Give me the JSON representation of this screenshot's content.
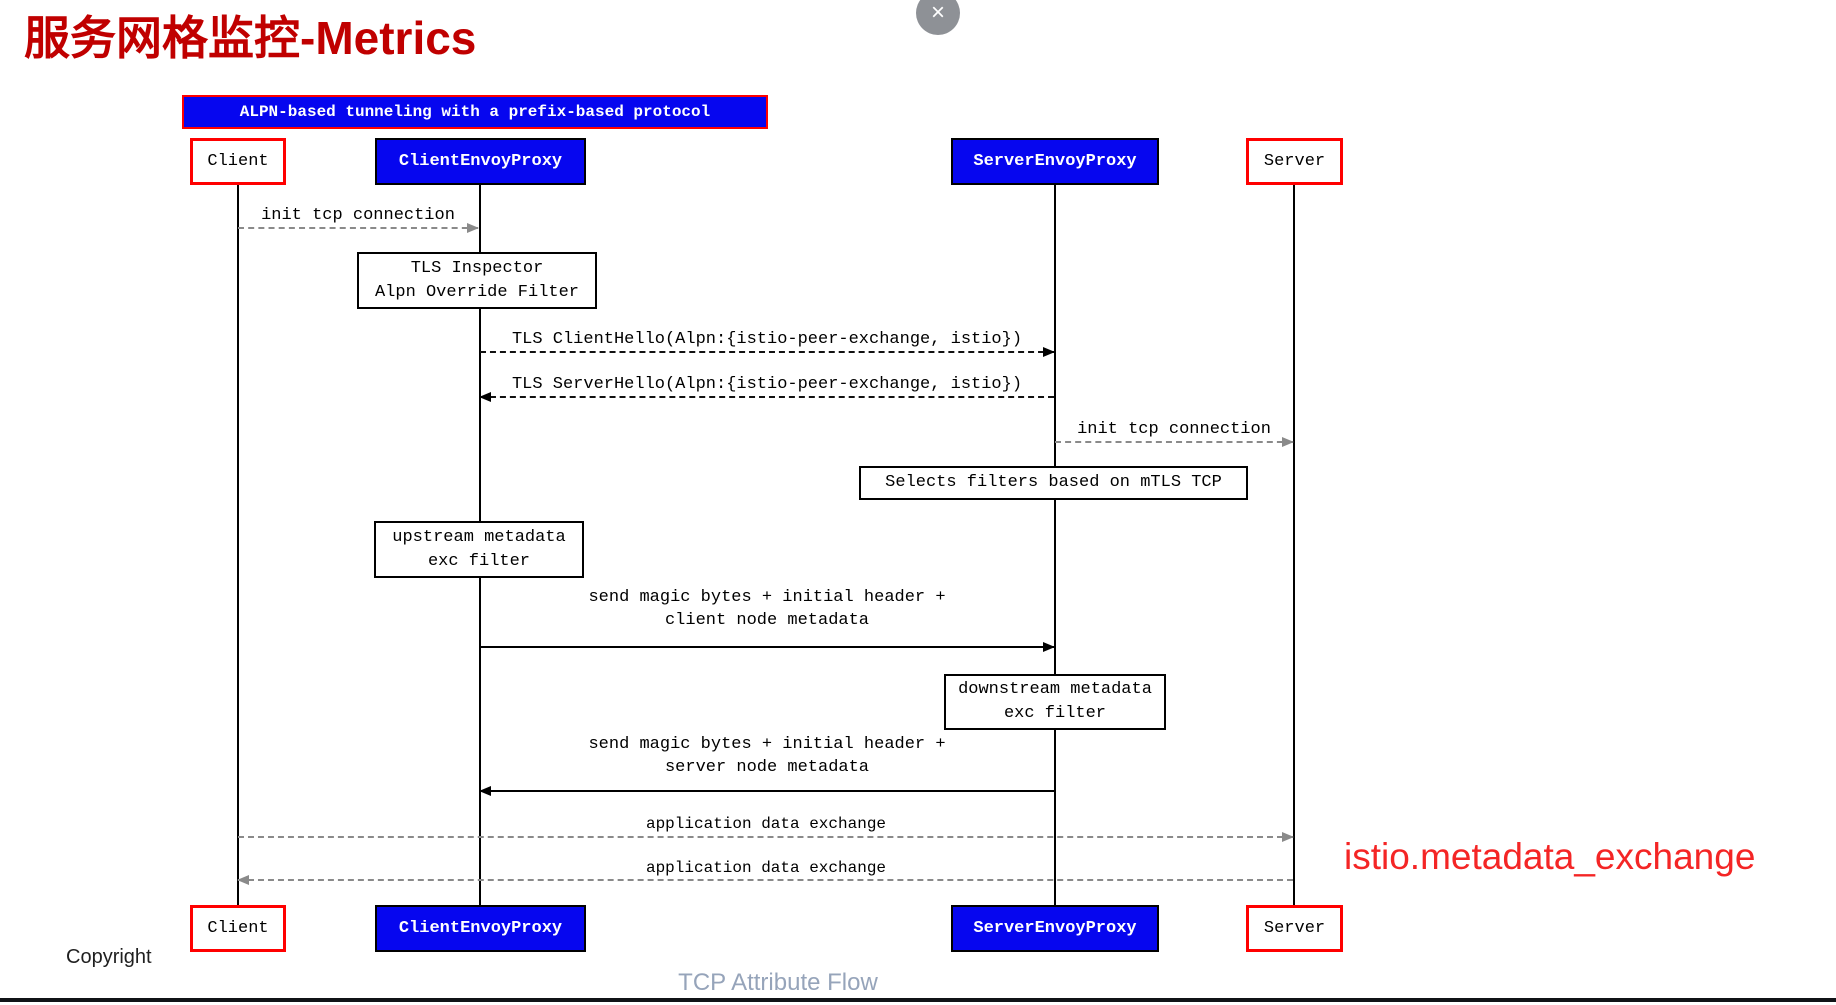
{
  "page": {
    "title": "服务网格监控-Metrics",
    "close_glyph": "×",
    "annotation": "istio.metadata_exchange",
    "copyright": "Copyright",
    "caption": "TCP Attribute Flow"
  },
  "colors": {
    "title_red": "#C00000",
    "annotation_red": "#F42525",
    "box_blue": "#0606EF",
    "border_red": "#FF0000",
    "line_black": "#000000",
    "arrow_gray": "#8A8A8A",
    "caption_gray": "#96A4BA",
    "close_button_gray": "#8E9196"
  },
  "diagram": {
    "header": "ALPN-based tunneling with a prefix-based protocol",
    "actors": [
      {
        "label": "Client"
      },
      {
        "label": "ClientEnvoyProxy"
      },
      {
        "label": "ServerEnvoyProxy"
      },
      {
        "label": "Server"
      }
    ],
    "notes": [
      {
        "lines": [
          "TLS Inspector",
          "Alpn Override Filter"
        ]
      },
      {
        "lines": [
          "Selects filters based on mTLS TCP"
        ]
      },
      {
        "lines": [
          "upstream metadata",
          "exc filter"
        ]
      },
      {
        "lines": [
          "downstream metadata",
          "exc filter"
        ]
      }
    ],
    "messages": [
      {
        "label": "init tcp connection"
      },
      {
        "label": "TLS ClientHello(Alpn:{istio-peer-exchange, istio})"
      },
      {
        "label": "TLS ServerHello(Alpn:{istio-peer-exchange, istio})"
      },
      {
        "label": "init tcp connection"
      },
      {
        "lines": [
          "send magic bytes + initial header +",
          "client node metadata"
        ]
      },
      {
        "lines": [
          "send magic bytes + initial header +",
          "server node metadata"
        ]
      },
      {
        "label": "application data exchange"
      },
      {
        "label": "application data exchange"
      }
    ]
  }
}
